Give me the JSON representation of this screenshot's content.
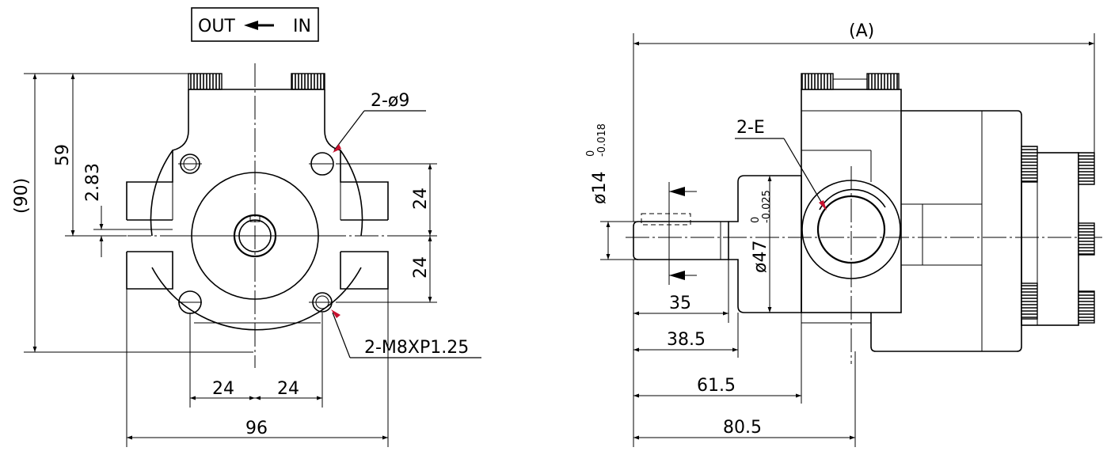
{
  "flow_box": {
    "out_label": "OUT",
    "in_label": "IN"
  },
  "front_view": {
    "dim_overall_height": "(90)",
    "dim_height_59": "59",
    "dim_offset": "2.83",
    "dim_upper_24": "24",
    "dim_lower_24": "24",
    "dim_left_24": "24",
    "dim_right_24": "24",
    "dim_width": "96",
    "label_holes": "2-ø9",
    "label_threads": "2-M8XP1.25"
  },
  "side_view": {
    "dim_overall_length": "(A)",
    "label_ports": "2-E",
    "dim_shaft_dia": "ø14",
    "dim_shaft_tol_upper": "0",
    "dim_shaft_tol_lower": "-0.018",
    "dim_pilot_dia": "ø47",
    "dim_pilot_tol_upper": "0",
    "dim_pilot_tol_lower": "-0.025",
    "dim_35": "35",
    "dim_38_5": "38.5",
    "dim_61_5": "61.5",
    "dim_80_5": "80.5"
  },
  "colors": {
    "line": "#000000",
    "leader_arrow": "#c8102e",
    "background": "#ffffff"
  }
}
